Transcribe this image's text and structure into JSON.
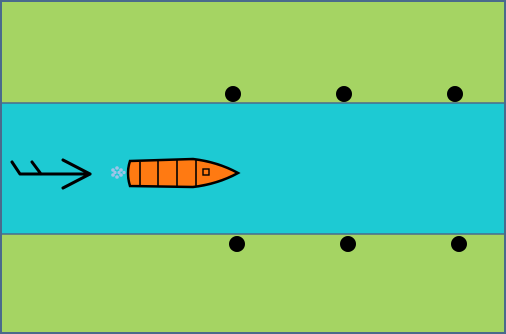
{
  "scene": {
    "colors": {
      "grass": "#A5D463",
      "water": "#1DCAD3",
      "border": "#4A6A8C",
      "post": "#000000",
      "boat_hull": "#FF7A12",
      "boat_outline": "#000000",
      "wake": "#9FC4E8",
      "arrow": "#000000"
    },
    "elements": {
      "top_bank": "grass",
      "river": "water",
      "bottom_bank": "grass",
      "boat": "boat",
      "wake": "wake-splash",
      "flow_arrow": "arrow-right",
      "posts_top_count": 3,
      "posts_bottom_count": 3
    }
  }
}
